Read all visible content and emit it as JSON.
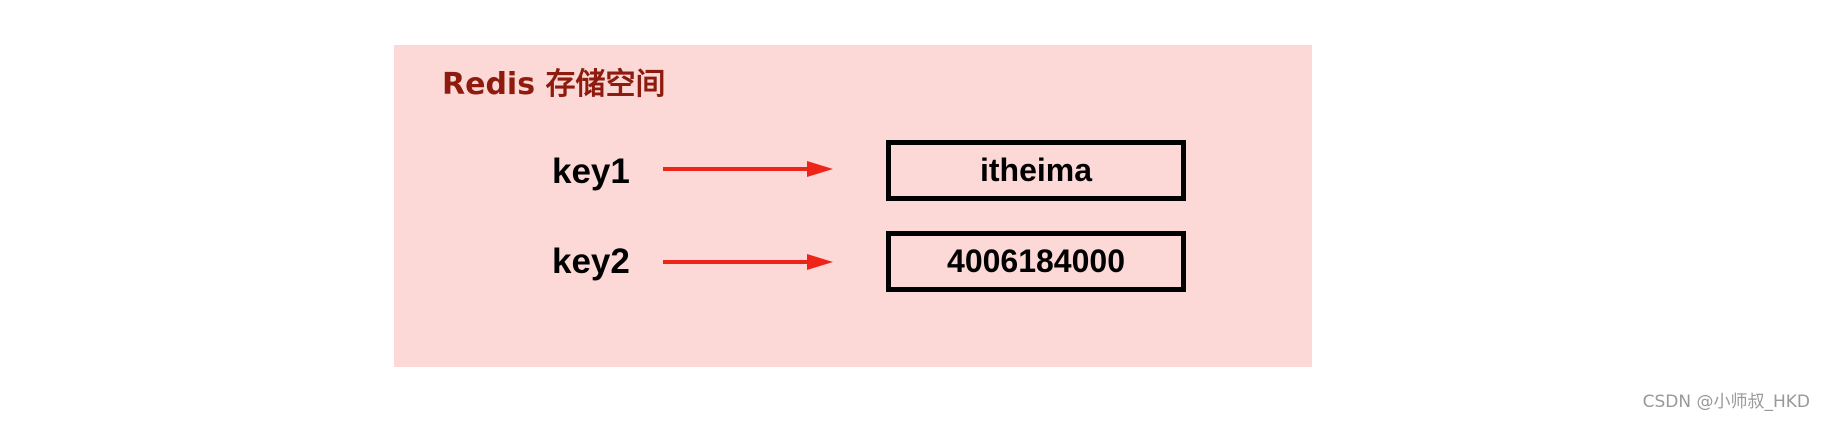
{
  "diagram": {
    "title": "Redis 存储空间",
    "entries": [
      {
        "key": "key1",
        "value": "itheima"
      },
      {
        "key": "key2",
        "value": "4006184000"
      }
    ],
    "arrow_color": "#ee2418",
    "panel_color": "#fcd8d7",
    "title_color": "#8e1c0e"
  },
  "watermark": "CSDN @小师叔_HKD"
}
